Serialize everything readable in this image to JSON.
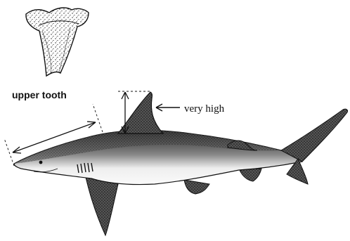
{
  "labels": {
    "upper_tooth": "upper tooth",
    "very_high": "very high"
  },
  "colors": {
    "ink": "#111111",
    "body_fill": "#f4f4f4",
    "shade": "#2a2a2a",
    "background": "#ffffff"
  },
  "icons": [
    "tooth-illustration",
    "shark-illustration",
    "snout-to-dorsal-arrow",
    "dorsal-height-arrow",
    "pointer-arrow"
  ]
}
